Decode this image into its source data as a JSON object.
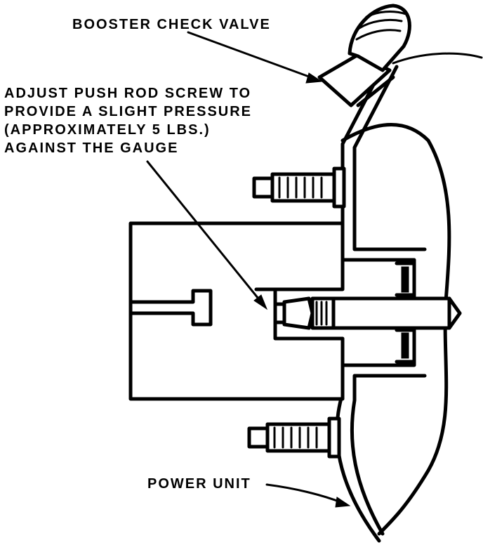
{
  "labels": {
    "booster_check_valve": "BOOSTER CHECK VALVE",
    "adjust_lines": [
      "ADJUST PUSH ROD SCREW TO",
      "PROVIDE A SLIGHT PRESSURE",
      "(APPROXIMATELY 5 LBS.)",
      "AGAINST THE GAUGE"
    ],
    "power_unit": "POWER UNIT"
  },
  "colors": {
    "ink": "#000000",
    "paper": "#ffffff"
  }
}
